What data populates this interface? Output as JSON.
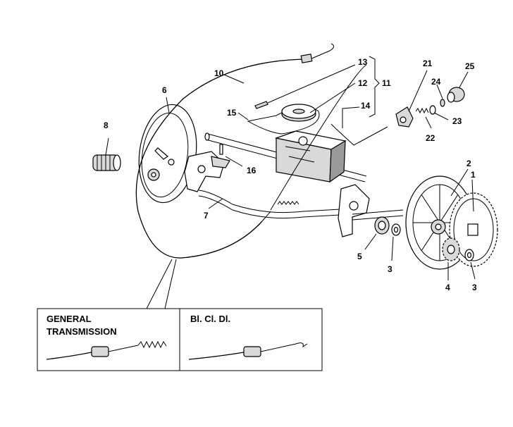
{
  "callouts": [
    "1",
    "2",
    "3",
    "3",
    "4",
    "5",
    "6",
    "7",
    "8",
    "10",
    "11",
    "12",
    "13",
    "14",
    "15",
    "16",
    "21",
    "22",
    "23",
    "24",
    "25"
  ],
  "inset": {
    "left_caption_line1": "GENERAL",
    "left_caption_line2": "TRANSMISSION",
    "right_caption": "Bl. Cl. Dl."
  }
}
